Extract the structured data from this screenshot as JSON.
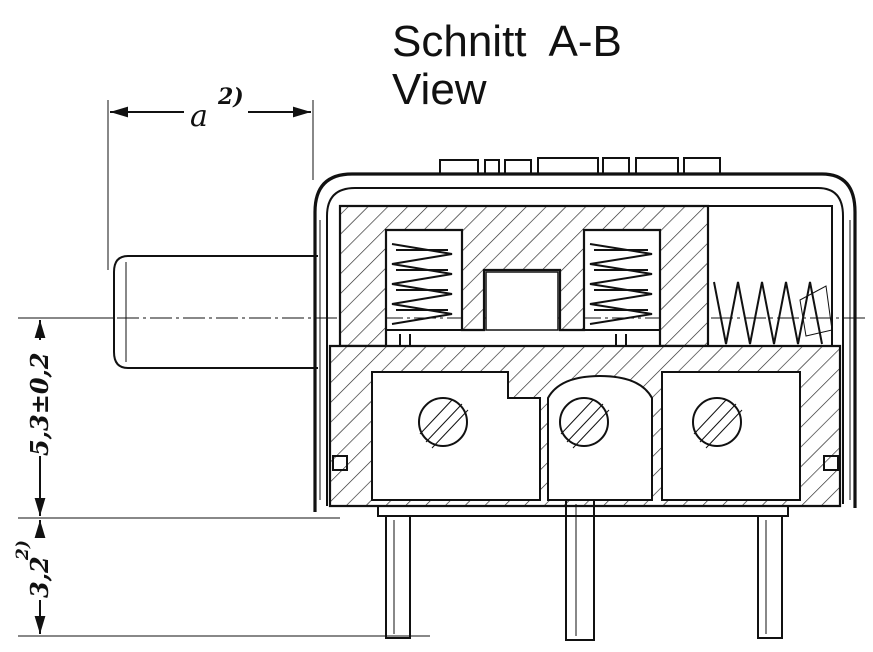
{
  "title": {
    "line1": "Schnitt  A-B",
    "line2": "View"
  },
  "dimensions": {
    "a_label": "a",
    "a_note": "2)",
    "height_label": "5,3±0,2",
    "pin_label": "3,2",
    "pin_note": "2)"
  }
}
